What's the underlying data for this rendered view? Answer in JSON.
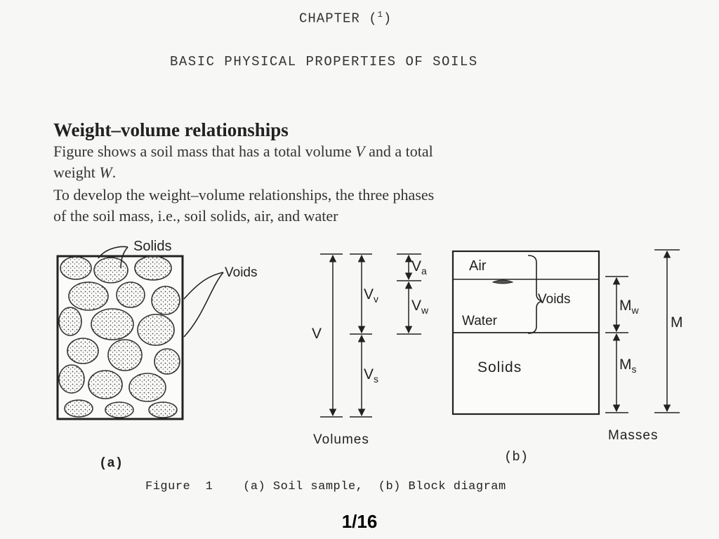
{
  "chapter": {
    "title": "CHAPTER (",
    "number": "1",
    "close": ")",
    "subtitle": "BASIC PHYSICAL PROPERTIES OF SOILS"
  },
  "section": {
    "heading": "Weight–volume relationships",
    "paragraph1": {
      "part1": "Figure shows a soil mass that has a total volume ",
      "var_volume": "V",
      "part2": " and a total",
      "line2_part1": "weight ",
      "var_weight": "W",
      "line2_part2": "."
    },
    "paragraph2": {
      "line1": "To develop the weight–volume relationships, the three phases",
      "line2": "of the soil mass,  i.e., soil solids, air, and water"
    }
  },
  "figure": {
    "sample": {
      "label_solids": "Solids",
      "label_voids": "Voids",
      "panel_label": "(a)"
    },
    "volumes": {
      "V": "V",
      "Vv": "Vv",
      "Vs": "Vs",
      "Va": "Va",
      "Vw": "Vw",
      "Vv_main": "V",
      "Vv_sub": "v",
      "Vs_main": "V",
      "Vs_sub": "s",
      "Va_main": "V",
      "Va_sub": "a",
      "Vw_main": "V",
      "Vw_sub": "w",
      "caption": "Volumes"
    },
    "block": {
      "air": "Air",
      "water": "Water",
      "voids": "Voids",
      "solids": "Solids",
      "panel_label": "(b)"
    },
    "masses": {
      "Mw_main": "M",
      "Mw_sub": "w",
      "Ms_main": "M",
      "Ms_sub": "s",
      "M": "M",
      "caption": "Masses"
    },
    "caption": "Figure  1    (a) Soil sample,  (b) Block diagram"
  },
  "page": {
    "number": "1/16"
  }
}
